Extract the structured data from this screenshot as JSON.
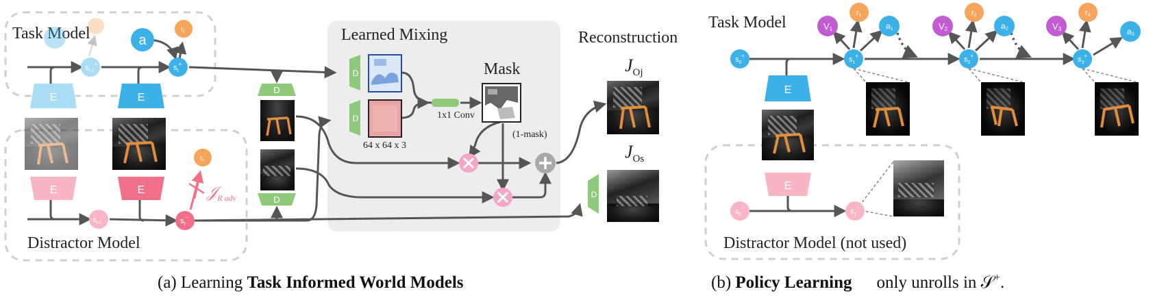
{
  "labels": {
    "task_model_a": "Task Model",
    "distractor_model_a": "Distractor Model",
    "learned_mixing": "Learned Mixing",
    "reconstruction": "Reconstruction",
    "mask": "Mask",
    "conv": "1x1 Conv",
    "size": "64 x 64 x 3",
    "one_minus_mask": "(1-mask)",
    "j_oj": "J",
    "j_oj_sub": "Oj",
    "j_os": "J",
    "j_os_sub": "Os",
    "adv_loss": "𝒥",
    "adv_loss_sub": "R adv",
    "task_model_b": "Task Model",
    "distractor_model_b": "Distractor Model  (not used)"
  },
  "captions": {
    "a_prefix": "(a) Learning ",
    "a_bold": "Task Informed World Models",
    "b_prefix": "(b) ",
    "b_bold": "Policy Learning",
    "b_suffix": "only unrolls in 𝒮",
    "b_sup": "+",
    "b_end": "."
  },
  "nodes": {
    "encoder": "E",
    "decoder": "D",
    "action": "a",
    "reward": "r",
    "reward_t": "t",
    "s_plus": "s",
    "s_minus": "s",
    "sup_plus": "+",
    "sup_minus": "−",
    "sub_t": "t",
    "sub_t1": "t-1",
    "v": "V",
    "steps": [
      "1",
      "2",
      "3"
    ],
    "s0": "0"
  },
  "colors": {
    "task_blue": "#3bb1e8",
    "task_blue_light": "#a9dcf5",
    "distractor_pink": "#f0708a",
    "distractor_pink_light": "#f8b6c4",
    "reward_orange": "#f6a55c",
    "value_purple": "#c35bd3",
    "decoder_green": "#8fc97a",
    "mix_panel": "#ededed",
    "multiply_pink": "#f4a6c8",
    "add_gray": "#a8a8a8",
    "arrow": "#555555"
  }
}
